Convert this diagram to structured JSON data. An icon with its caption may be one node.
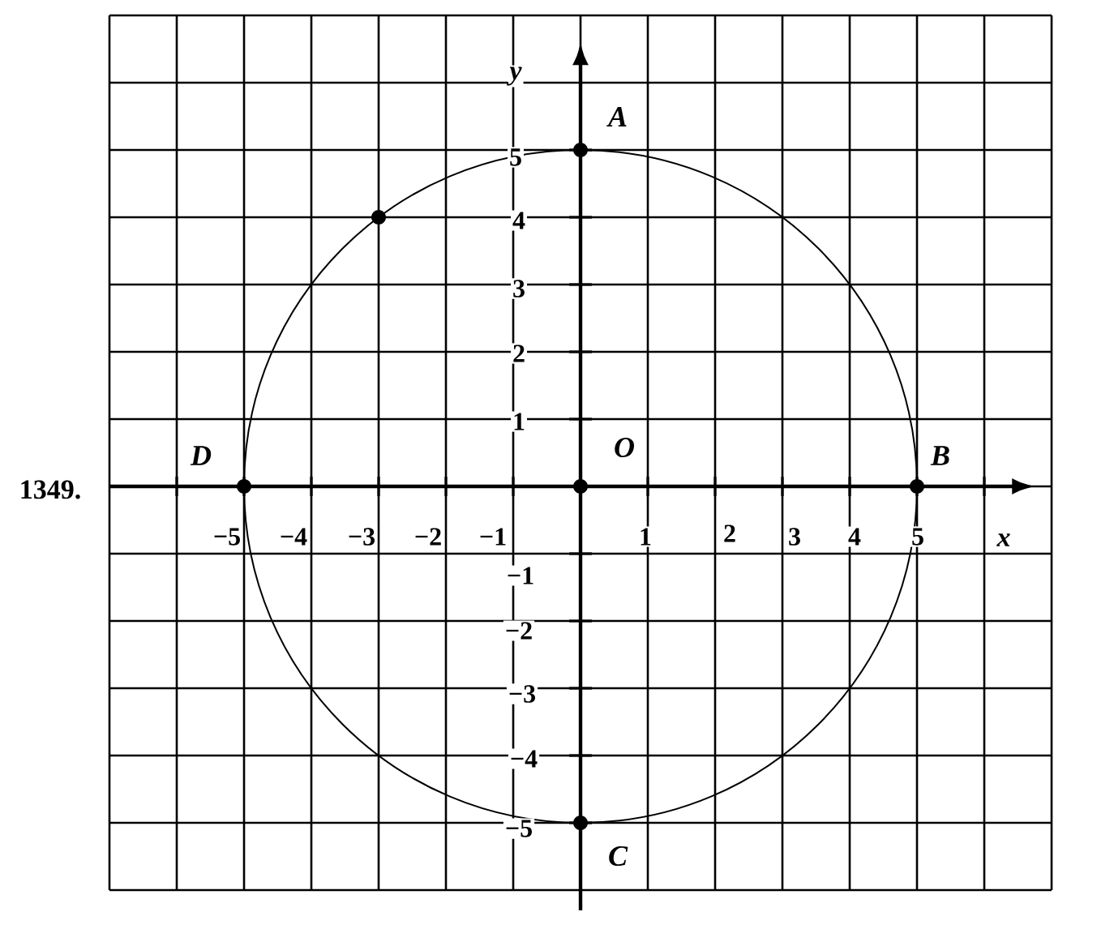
{
  "diagram": {
    "labels": [
      "y",
      "A",
      "5",
      "4",
      "3",
      "2",
      "1",
      "D",
      "O",
      "B",
      "1349.",
      "−5",
      "−4",
      "−3",
      "−2",
      "−1",
      "1",
      "2",
      "3",
      "4",
      "5",
      "x",
      "−1",
      "−2",
      "−3",
      "−4",
      "−5",
      "C"
    ]
  }
}
